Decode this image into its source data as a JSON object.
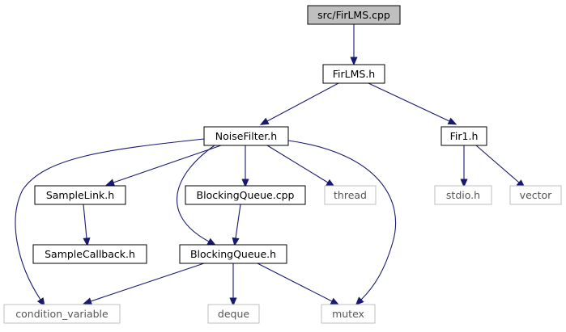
{
  "graph": {
    "nodes": {
      "root": {
        "label": "src/FirLMS.cpp",
        "fill": "#bfbfbf",
        "stroke": "#000000",
        "text_color": "#000000"
      },
      "firlms_h": {
        "label": "FirLMS.h",
        "fill": "#ffffff",
        "stroke": "#000000",
        "text_color": "#000000"
      },
      "noisefilter_h": {
        "label": "NoiseFilter.h",
        "fill": "#ffffff",
        "stroke": "#000000",
        "text_color": "#000000"
      },
      "fir1_h": {
        "label": "Fir1.h",
        "fill": "#ffffff",
        "stroke": "#000000",
        "text_color": "#000000"
      },
      "samplelink_h": {
        "label": "SampleLink.h",
        "fill": "#ffffff",
        "stroke": "#000000",
        "text_color": "#000000"
      },
      "blockingqueue_cpp": {
        "label": "BlockingQueue.cpp",
        "fill": "#ffffff",
        "stroke": "#000000",
        "text_color": "#000000"
      },
      "thread": {
        "label": "thread",
        "fill": "#ffffff",
        "stroke": "#bfbfbf",
        "text_color": "#555555"
      },
      "stdio_h": {
        "label": "stdio.h",
        "fill": "#ffffff",
        "stroke": "#bfbfbf",
        "text_color": "#555555"
      },
      "vector": {
        "label": "vector",
        "fill": "#ffffff",
        "stroke": "#bfbfbf",
        "text_color": "#555555"
      },
      "samplecallback_h": {
        "label": "SampleCallback.h",
        "fill": "#ffffff",
        "stroke": "#000000",
        "text_color": "#000000"
      },
      "blockingqueue_h": {
        "label": "BlockingQueue.h",
        "fill": "#ffffff",
        "stroke": "#000000",
        "text_color": "#000000"
      },
      "condition_variable": {
        "label": "condition_variable",
        "fill": "#ffffff",
        "stroke": "#bfbfbf",
        "text_color": "#555555"
      },
      "deque": {
        "label": "deque",
        "fill": "#ffffff",
        "stroke": "#bfbfbf",
        "text_color": "#555555"
      },
      "mutex": {
        "label": "mutex",
        "fill": "#ffffff",
        "stroke": "#bfbfbf",
        "text_color": "#555555"
      }
    },
    "edges": [
      {
        "from": "root",
        "to": "firlms_h"
      },
      {
        "from": "firlms_h",
        "to": "noisefilter_h"
      },
      {
        "from": "firlms_h",
        "to": "fir1_h"
      },
      {
        "from": "noisefilter_h",
        "to": "samplelink_h"
      },
      {
        "from": "noisefilter_h",
        "to": "blockingqueue_cpp"
      },
      {
        "from": "noisefilter_h",
        "to": "thread"
      },
      {
        "from": "noisefilter_h",
        "to": "blockingqueue_h"
      },
      {
        "from": "noisefilter_h",
        "to": "condition_variable"
      },
      {
        "from": "noisefilter_h",
        "to": "mutex"
      },
      {
        "from": "fir1_h",
        "to": "stdio_h"
      },
      {
        "from": "fir1_h",
        "to": "vector"
      },
      {
        "from": "samplelink_h",
        "to": "samplecallback_h"
      },
      {
        "from": "blockingqueue_cpp",
        "to": "blockingqueue_h"
      },
      {
        "from": "blockingqueue_h",
        "to": "condition_variable"
      },
      {
        "from": "blockingqueue_h",
        "to": "deque"
      },
      {
        "from": "blockingqueue_h",
        "to": "mutex"
      }
    ],
    "edge_color": "#191970"
  }
}
